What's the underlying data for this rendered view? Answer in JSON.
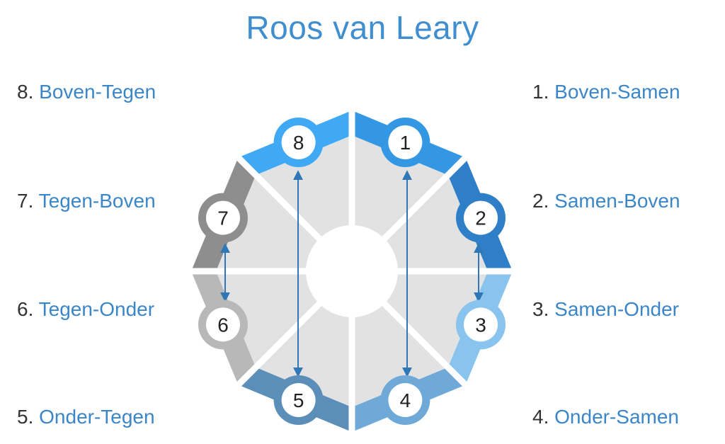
{
  "title": "Roos van Leary",
  "segments": [
    {
      "num": "1",
      "label_num": "1.",
      "label": "Boven-Samen",
      "color": "#3497e3"
    },
    {
      "num": "2",
      "label_num": "2.",
      "label": "Samen-Boven",
      "color": "#2f7fc8"
    },
    {
      "num": "3",
      "label_num": "3.",
      "label": "Samen-Onder",
      "color": "#88c4ee"
    },
    {
      "num": "4",
      "label_num": "4.",
      "label": "Onder-Samen",
      "color": "#6fa9d8"
    },
    {
      "num": "5",
      "label_num": "5.",
      "label": "Onder-Tegen",
      "color": "#5b8fba"
    },
    {
      "num": "6",
      "label_num": "6.",
      "label": "Tegen-Onder",
      "color": "#b8b8b8"
    },
    {
      "num": "7",
      "label_num": "7.",
      "label": "Tegen-Boven",
      "color": "#8e8e8e"
    },
    {
      "num": "8",
      "label_num": "8.",
      "label": "Boven-Tegen",
      "color": "#3fa9f5"
    }
  ],
  "colors": {
    "inner_fill": "#e2e2e2",
    "arrow": "#2f77b6",
    "title": "#3e8ed0",
    "label_text": "#3a86c8"
  }
}
